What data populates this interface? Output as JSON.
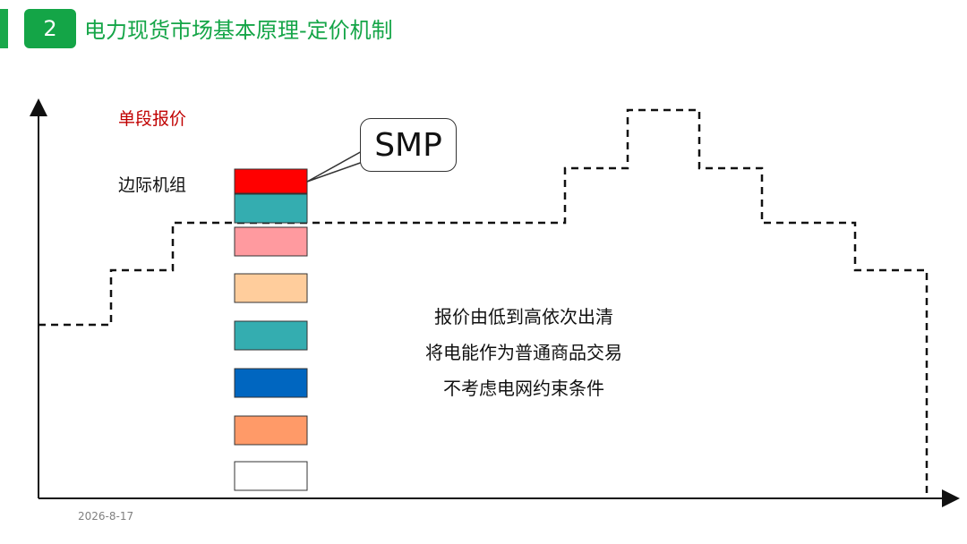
{
  "slide": {
    "number": "2",
    "title": "电力现货市场基本原理-定价机制",
    "date": "2026-8-17"
  },
  "labels": {
    "single_bid": "单段报价",
    "marginal_unit": "边际机组",
    "smp": "SMP"
  },
  "notes": [
    "报价由低到高依次出清",
    "将电能作为普通商品交易",
    "不考虑电网约束条件"
  ],
  "colors": {
    "brand_green": "#14a547",
    "label_red": "#c00000",
    "bid_blocks_top_to_bottom": [
      "#ff0000",
      "#34adb0",
      "#ff9a9f",
      "#ffcd9c",
      "#34adb0",
      "#0066c0",
      "#ff9a68",
      "#ffffff"
    ]
  }
}
